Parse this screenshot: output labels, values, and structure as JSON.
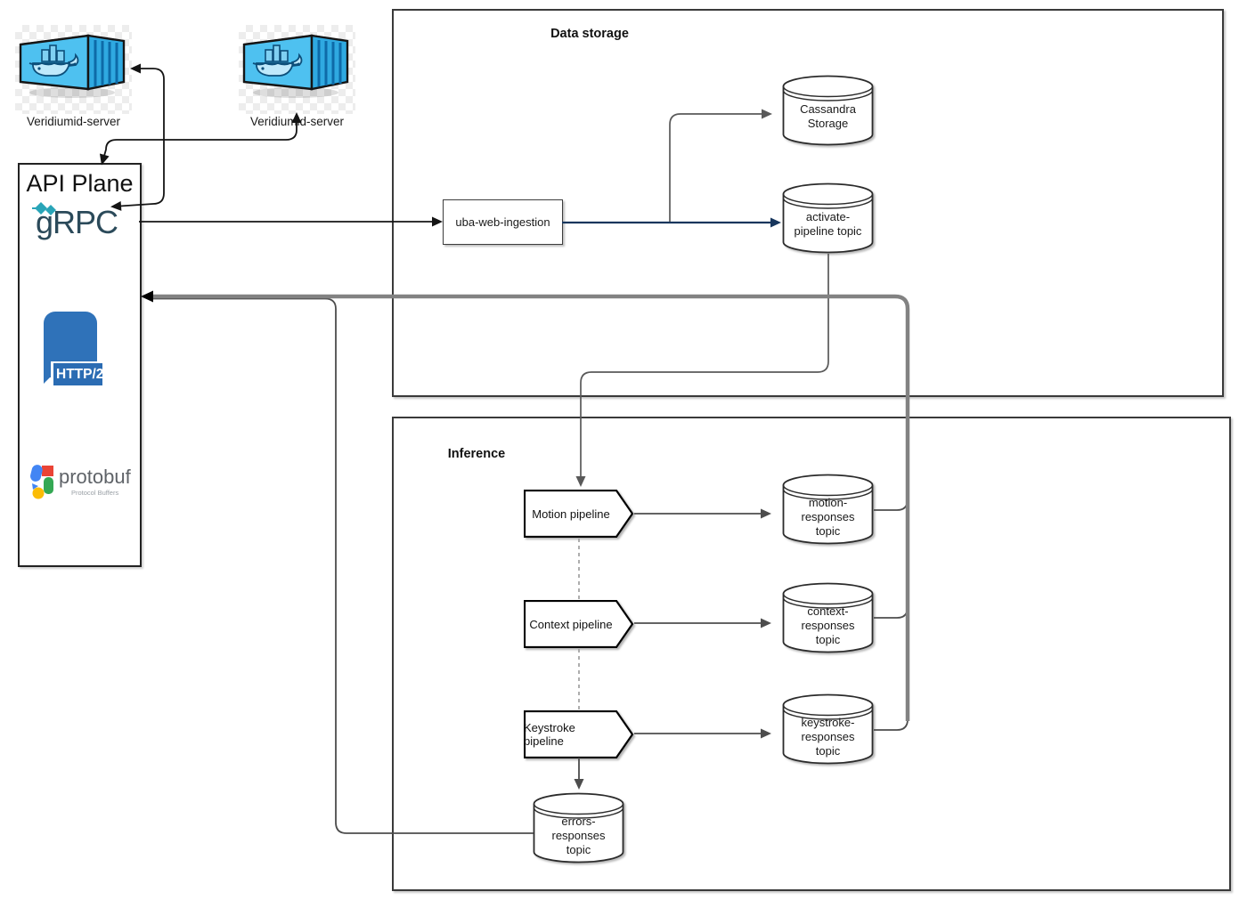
{
  "docker_left": {
    "label": "Veridiumid-server"
  },
  "docker_right": {
    "label": "Veridiumid-server"
  },
  "api_plane": {
    "title": "API Plane",
    "grpc_label": "gRPC",
    "http2_label": "HTTP/2",
    "protobuf_label": "protobuf",
    "protobuf_sublabel": "Protocol Buffers"
  },
  "groups": {
    "data_storage": {
      "label": "Data storage"
    },
    "inference": {
      "label": "Inference"
    }
  },
  "nodes": {
    "uba_web_ingestion": {
      "label": "uba-web-ingestion",
      "shape": "rectangle"
    },
    "cassandra": {
      "label": "Cassandra\nStorage",
      "shape": "cylinder"
    },
    "activate_topic": {
      "label": "activate-\npipeline topic",
      "shape": "cylinder"
    },
    "motion_pipeline": {
      "label": "Motion pipeline",
      "shape": "pointed-step"
    },
    "context_pipeline": {
      "label": "Context pipeline",
      "shape": "pointed-step"
    },
    "keystroke_pipeline": {
      "label": "Keystroke pipeline",
      "shape": "pointed-step"
    },
    "motion_topic": {
      "label": "motion-\nresponses\ntopic",
      "shape": "cylinder"
    },
    "context_topic": {
      "label": "context-\nresponses\ntopic",
      "shape": "cylinder"
    },
    "keystroke_topic": {
      "label": "keystroke-\nresponses\ntopic",
      "shape": "cylinder"
    },
    "errors_topic": {
      "label": "errors-\nresponses\ntopic",
      "shape": "cylinder"
    }
  },
  "edges": [
    {
      "from": "veridiumid-server-left",
      "to": "api-plane",
      "bidirectional": true,
      "color": "#141414"
    },
    {
      "from": "veridiumid-server-right",
      "to": "api-plane",
      "bidirectional": true,
      "color": "#141414"
    },
    {
      "from": "api-plane",
      "to": "uba-web-ingestion",
      "color": "#141414"
    },
    {
      "from": "uba-web-ingestion",
      "to": "activate-pipeline topic",
      "color": "#17365d"
    },
    {
      "from": "uba-web-ingestion",
      "to": "Cassandra Storage",
      "color": "#595959"
    },
    {
      "from": "activate-pipeline topic",
      "to": "Motion pipeline",
      "color": "#595959"
    },
    {
      "from": "Motion pipeline",
      "to": "motion-responses topic",
      "color": "#4d4d4d"
    },
    {
      "from": "Context pipeline",
      "to": "context-responses topic",
      "color": "#4d4d4d"
    },
    {
      "from": "Keystroke pipeline",
      "to": "keystroke-responses topic",
      "color": "#4d4d4d"
    },
    {
      "from": "Motion pipeline",
      "to": "Context pipeline",
      "style": "dashed"
    },
    {
      "from": "Context pipeline",
      "to": "Keystroke pipeline",
      "style": "dashed"
    },
    {
      "from": "Keystroke pipeline",
      "to": "errors-responses topic",
      "color": "#4d4d4d"
    },
    {
      "from": "motion/context/keystroke-responses topics",
      "to": "api-plane",
      "color": "#828282",
      "style": "thick"
    },
    {
      "from": "errors-responses topic",
      "to": "api-plane",
      "color": "#4d4d4d"
    }
  ],
  "colors": {
    "edge_black": "#141414",
    "edge_gray": "#4d4d4d",
    "edge_thick_gray": "#828282",
    "edge_navy": "#17365d",
    "docker_blue": "#4ec1f0",
    "http2_blue": "#2f72b9",
    "grpc_text": "#2b4a5a",
    "grpc_teal": "#29a5b8",
    "protobuf_red": "#EA4335",
    "protobuf_blue": "#4285F4",
    "protobuf_green": "#34A853",
    "protobuf_yellow": "#FBBC05"
  }
}
